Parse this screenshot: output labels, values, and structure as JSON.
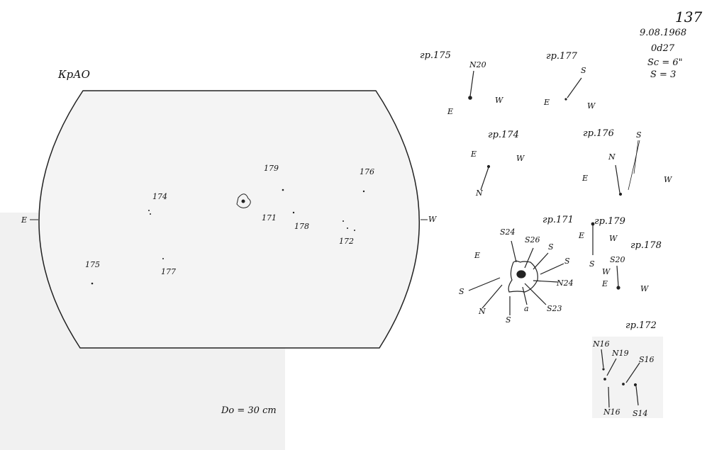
{
  "header": {
    "sheet_number": "137",
    "date": "9.08.1968",
    "time": "0d27",
    "sc": "Sc = 6\"",
    "s": "S = 3",
    "observatory": "КрАО"
  },
  "disk": {
    "east_label": "E",
    "west_label": "W",
    "group_labels": [
      "179",
      "176",
      "174",
      "171",
      "178",
      "172",
      "175",
      "177"
    ],
    "aperture": "Do = 30 cm"
  },
  "groups": [
    {
      "title": "гр.175",
      "labels": [
        "N20",
        "E",
        "W"
      ]
    },
    {
      "title": "гр.177",
      "labels": [
        "S",
        "E",
        "W"
      ]
    },
    {
      "title": "гр.174",
      "labels": [
        "E",
        "W",
        "N"
      ]
    },
    {
      "title": "гр.176",
      "labels": [
        "S",
        "N",
        "E",
        "W"
      ]
    },
    {
      "title": "гр.171",
      "labels": [
        "S24",
        "S26",
        "S",
        "S",
        "E",
        "S",
        "N",
        "S",
        "a",
        "S23",
        "N24"
      ]
    },
    {
      "title": "гр.179",
      "labels": [
        "E",
        "W",
        "S"
      ]
    },
    {
      "title": "гр.178",
      "labels": [
        "S20",
        "W",
        "E",
        "W"
      ]
    },
    {
      "title": "гр.172",
      "labels": [
        "N16",
        "N19",
        "S16",
        "N16",
        "S14"
      ]
    }
  ]
}
